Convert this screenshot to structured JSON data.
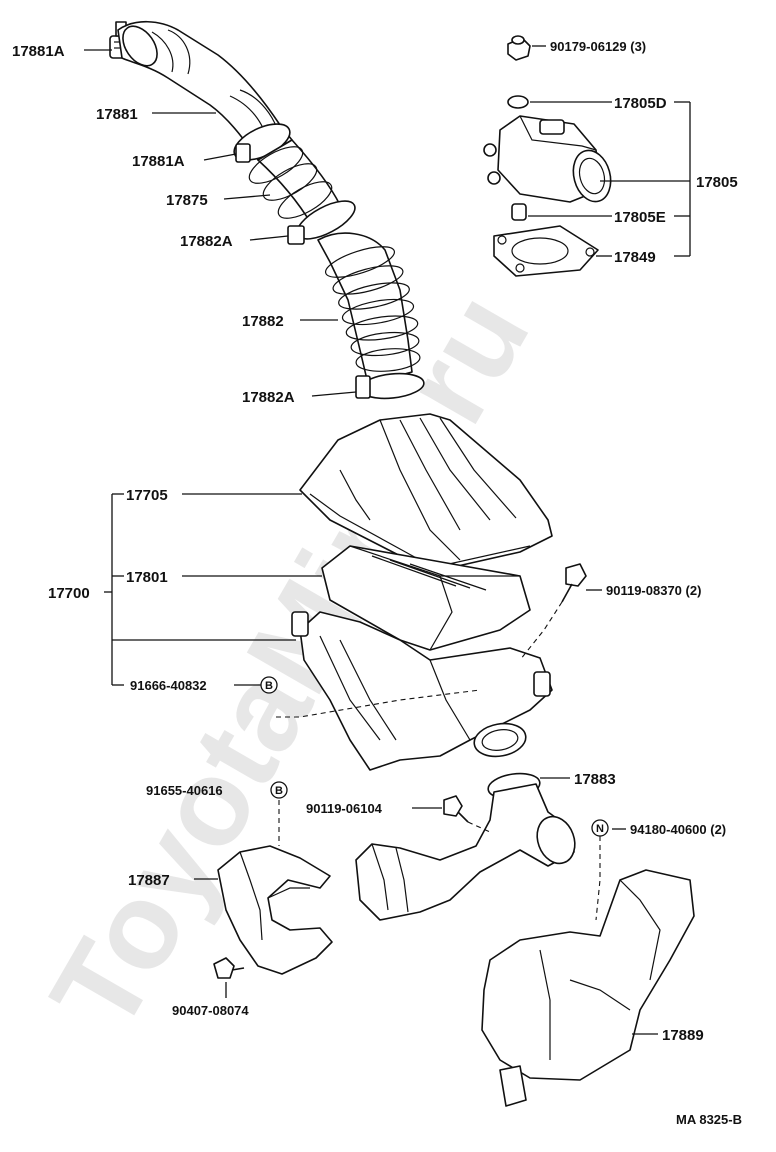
{
  "diagram": {
    "watermark": "ToyotaMine.ru",
    "figure_code": "MA 8325-B",
    "labels": {
      "p17881A_top": "17881A",
      "p17881": "17881",
      "p17881A_mid": "17881A",
      "p17875": "17875",
      "p17882A_top": "17882A",
      "p17882": "17882",
      "p17882A_low": "17882A",
      "p17705": "17705",
      "p17700": "17700",
      "p17801": "17801",
      "p91666": "91666-40832",
      "p91655": "91655-40616",
      "p17887": "17887",
      "p90407": "90407-08074",
      "p90179": "90179-06129 (3)",
      "p17805D": "17805D",
      "p17805": "17805",
      "p17805E": "17805E",
      "p17849": "17849",
      "p90119_08370": "90119-08370 (2)",
      "p17883": "17883",
      "p90119_06104": "90119-06104",
      "p94180": "94180-40600 (2)",
      "p17889": "17889"
    },
    "ref_markers": {
      "b1": "B",
      "b2": "B",
      "n1": "N"
    }
  }
}
